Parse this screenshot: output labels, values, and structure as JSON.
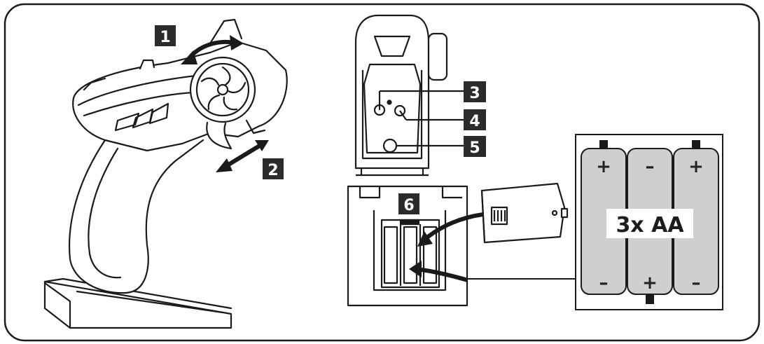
{
  "callouts": [
    {
      "id": "1",
      "label": "1"
    },
    {
      "id": "2",
      "label": "2"
    },
    {
      "id": "3",
      "label": "3"
    },
    {
      "id": "4",
      "label": "4"
    },
    {
      "id": "5",
      "label": "5"
    },
    {
      "id": "6",
      "label": "6"
    }
  ],
  "battery_label": "3x AA",
  "battery_signs": {
    "left_top": "+",
    "left_bottom": "–",
    "middle_top": "–",
    "middle_bottom": "+",
    "right_top": "+",
    "right_bottom": "–"
  },
  "colors": {
    "outline": "#1a1a1a",
    "callout_bg": "#2b2b2b",
    "battery_fill": "#cfcfcf",
    "battery_panel_bg": "#ffffff"
  }
}
